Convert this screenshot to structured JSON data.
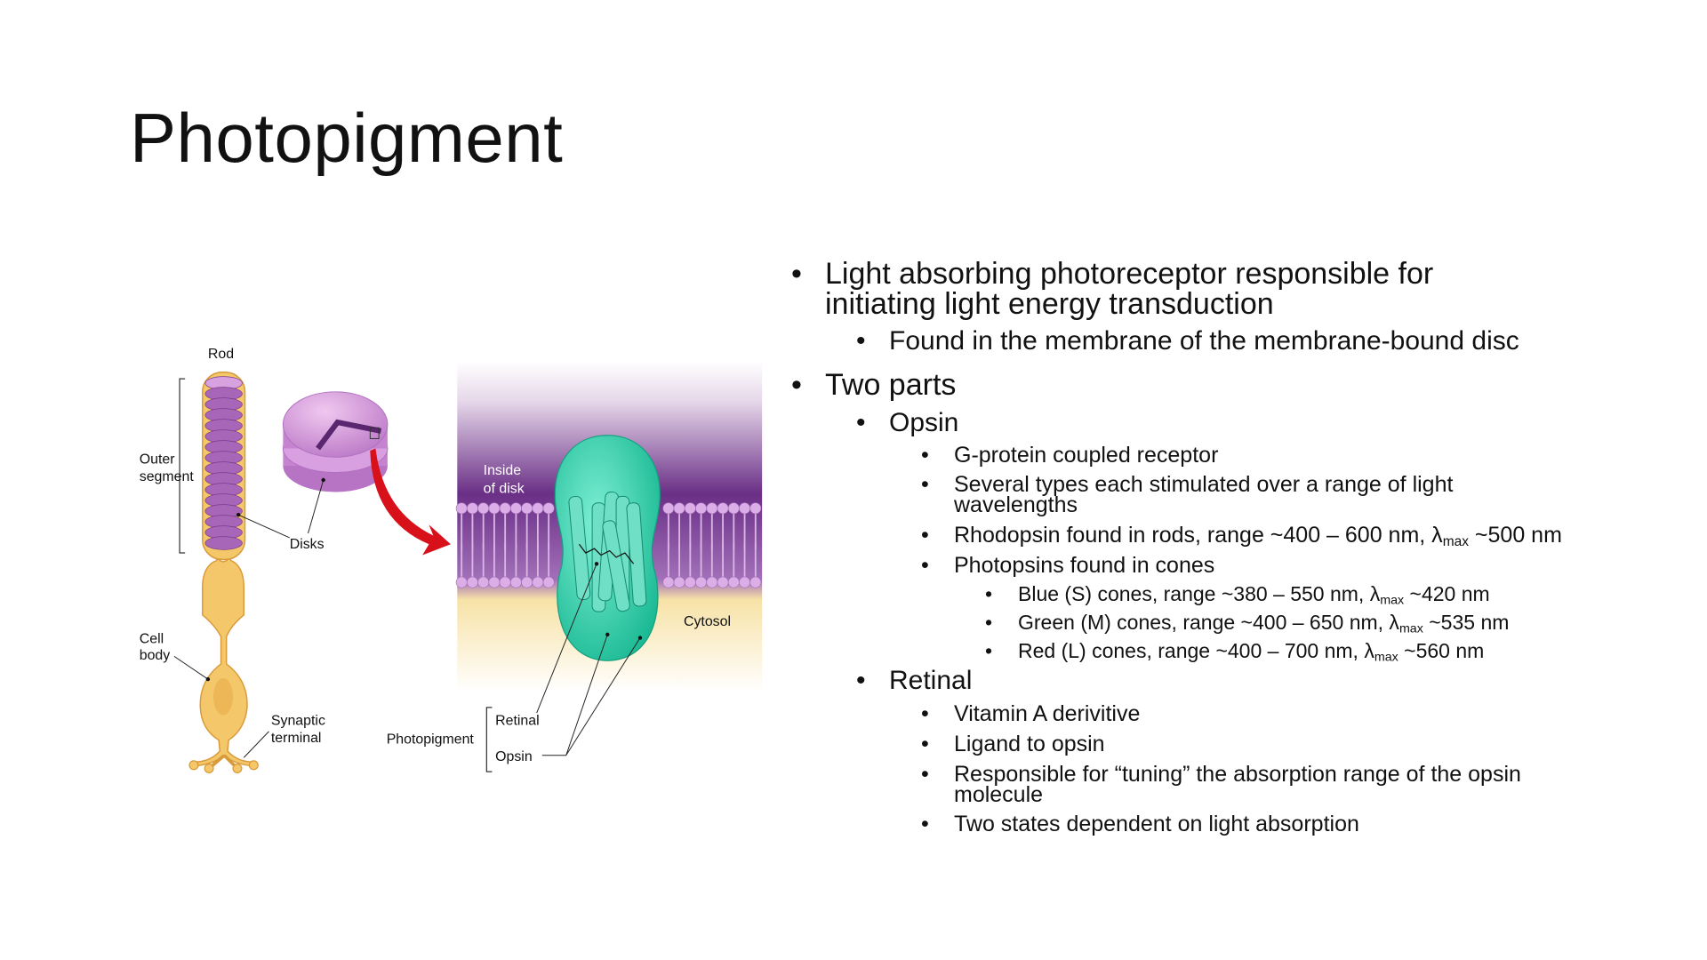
{
  "slide": {
    "title": "Photopigment",
    "bullet_char": "•",
    "bullets": {
      "b1_line1": "Light absorbing photoreceptor responsible for",
      "b1_line2": "initiating light energy transduction",
      "b1_sub1": "Found in the membrane of the membrane-bound disc",
      "b2": "Two parts",
      "opsin": "Opsin",
      "opsin_1": "G-protein coupled receptor",
      "opsin_2_line1": "Several types each stimulated over a range of light",
      "opsin_2_line2": "wavelengths",
      "opsin_3_pre": "Rhodopsin found in rods, range ~400 – 600 nm, λ",
      "opsin_3_sub": "max",
      "opsin_3_post": " ~500 nm",
      "opsin_4": "Photopsins found in cones",
      "cone_blue_pre": "Blue (S) cones, range ~380 – 550 nm, λ",
      "cone_blue_post": " ~420 nm",
      "cone_green_pre": "Green (M) cones, range ~400 – 650 nm, λ",
      "cone_green_post": " ~535 nm",
      "cone_red_pre": "Red (L) cones, range ~400 – 700 nm, λ",
      "cone_red_post": " ~560 nm",
      "sub_max": "max",
      "retinal": "Retinal",
      "retinal_1": "Vitamin A derivitive",
      "retinal_2": "Ligand to opsin",
      "retinal_3_line1": "Responsible for “tuning” the absorption range of the opsin",
      "retinal_3_line2": "molecule",
      "retinal_4": "Two states dependent on light absorption"
    }
  },
  "diagram": {
    "rod": "Rod",
    "outer": "Outer",
    "segment": "segment",
    "disks": "Disks",
    "cell": "Cell",
    "body": "body",
    "synaptic": "Synaptic",
    "terminal": "terminal",
    "inside": "Inside",
    "of_disk": "of disk",
    "cytosol": "Cytosol",
    "photopigment": "Photopigment",
    "retinal": "Retinal",
    "opsin": "Opsin"
  },
  "colors": {
    "text": "#111111",
    "rod_purple": "#a866b8",
    "rod_yellow": "#f4c86a",
    "opsin_teal": "#2fd3b0",
    "arrow_red": "#d8101a",
    "membrane_purple": "#6a2f86"
  }
}
